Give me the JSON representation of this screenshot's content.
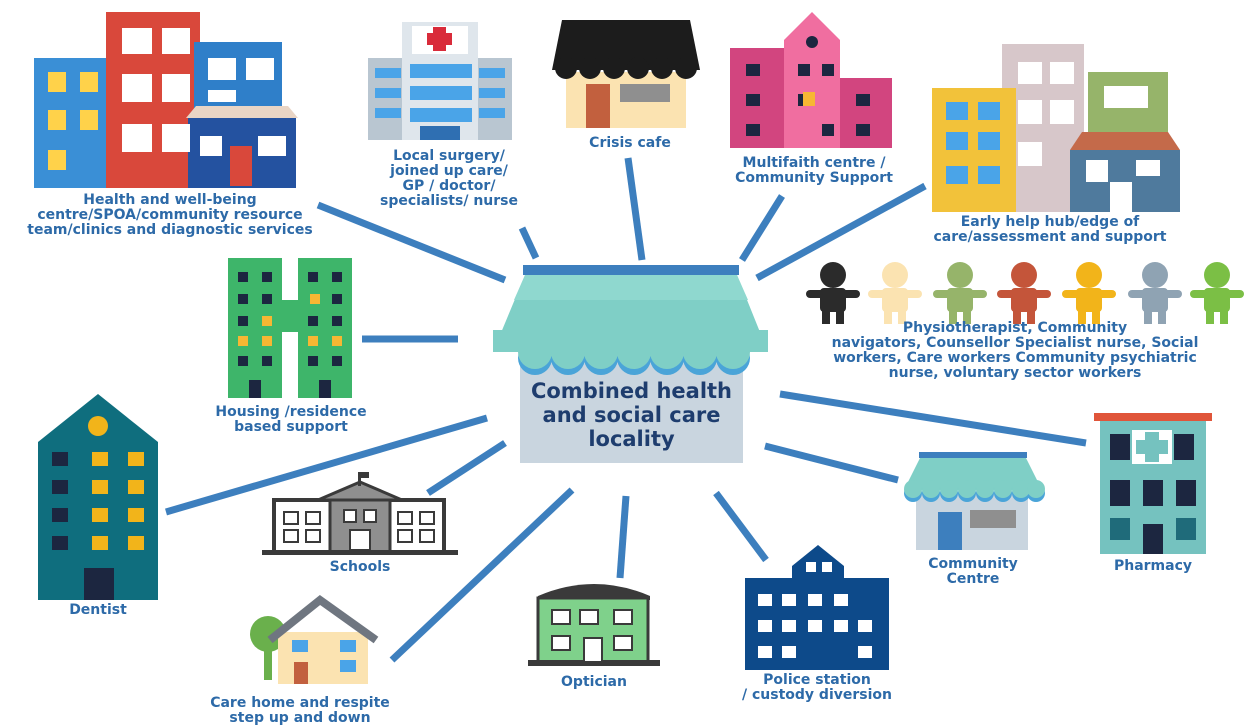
{
  "center": {
    "label": "Combined health\nand social care\nlocality"
  },
  "nodes": {
    "health_centre": "Health and well-being\ncentre/SPOA/community resource\nteam/clinics and diagnostic services",
    "local_surgery": "Local surgery/\njoined up care/\nGP / doctor/\nspecialists/ nurse",
    "crisis_cafe": "Crisis cafe",
    "multifaith": "Multifaith centre /\nCommunity Support",
    "early_help": "Early help hub/edge of\ncare/assessment and support",
    "workers": "Physiotherapist, Community\nnavigators, Counsellor Specialist nurse, Social\nworkers, Care workers  Community psychiatric\nnurse, voluntary sector workers",
    "housing": "Housing /residence\nbased support",
    "dentist": "Dentist",
    "schools": "Schools",
    "care_home": "Care home and respite\nstep up and down",
    "optician": "Optician",
    "police": "Police station\n/ custody diversion",
    "community_centre": "Community\nCentre",
    "pharmacy": "Pharmacy"
  },
  "colors": {
    "connector": "#3d7fbe",
    "label_text": "#2d6aa8",
    "center_text": "#1e3d6e",
    "awning": "#7fcfc6",
    "center_wall": "#c9d5df"
  },
  "icons": {
    "health_centre": "colourful-buildings-icon",
    "local_surgery": "hospital-icon",
    "crisis_cafe": "cafe-icon",
    "multifaith": "pink-building-icon",
    "early_help": "houses-cluster-icon",
    "workers": "people-icon",
    "housing": "h-shaped-building-icon",
    "dentist": "tall-building-icon",
    "schools": "school-icon",
    "care_home": "house-icon",
    "optician": "green-shop-icon",
    "police": "police-building-icon",
    "community_centre": "shop-icon",
    "pharmacy": "pharmacy-icon"
  }
}
